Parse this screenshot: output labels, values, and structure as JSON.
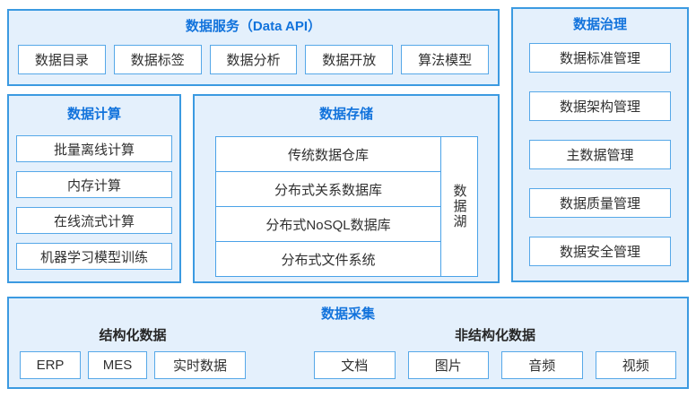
{
  "colors": {
    "panel_background": "#e4f0fc",
    "panel_border": "#3b9ae1",
    "box_border": "#56a8e8",
    "title_blue": "#1273dc",
    "item_text": "#303030"
  },
  "service": {
    "title": "数据服务（Data API）",
    "items": [
      "数据目录",
      "数据标签",
      "数据分析",
      "数据开放",
      "算法模型"
    ]
  },
  "governance": {
    "title": "数据治理",
    "items": [
      "数据标准管理",
      "数据架构管理",
      "主数据管理",
      "数据质量管理",
      "数据安全管理"
    ]
  },
  "compute": {
    "title": "数据计算",
    "items": [
      "批量离线计算",
      "内存计算",
      "在线流式计算",
      "机器学习模型训练"
    ]
  },
  "storage": {
    "title": "数据存储",
    "rows": [
      "传统数据仓库",
      "分布式关系数据库",
      "分布式NoSQL数据库",
      "分布式文件系统"
    ],
    "lake": "数据湖"
  },
  "collection": {
    "title": "数据采集",
    "groups": [
      {
        "label": "结构化数据",
        "items": [
          "ERP",
          "MES",
          "实时数据"
        ]
      },
      {
        "label": "非结构化数据",
        "items": [
          "文档",
          "图片",
          "音频",
          "视频"
        ]
      }
    ]
  }
}
